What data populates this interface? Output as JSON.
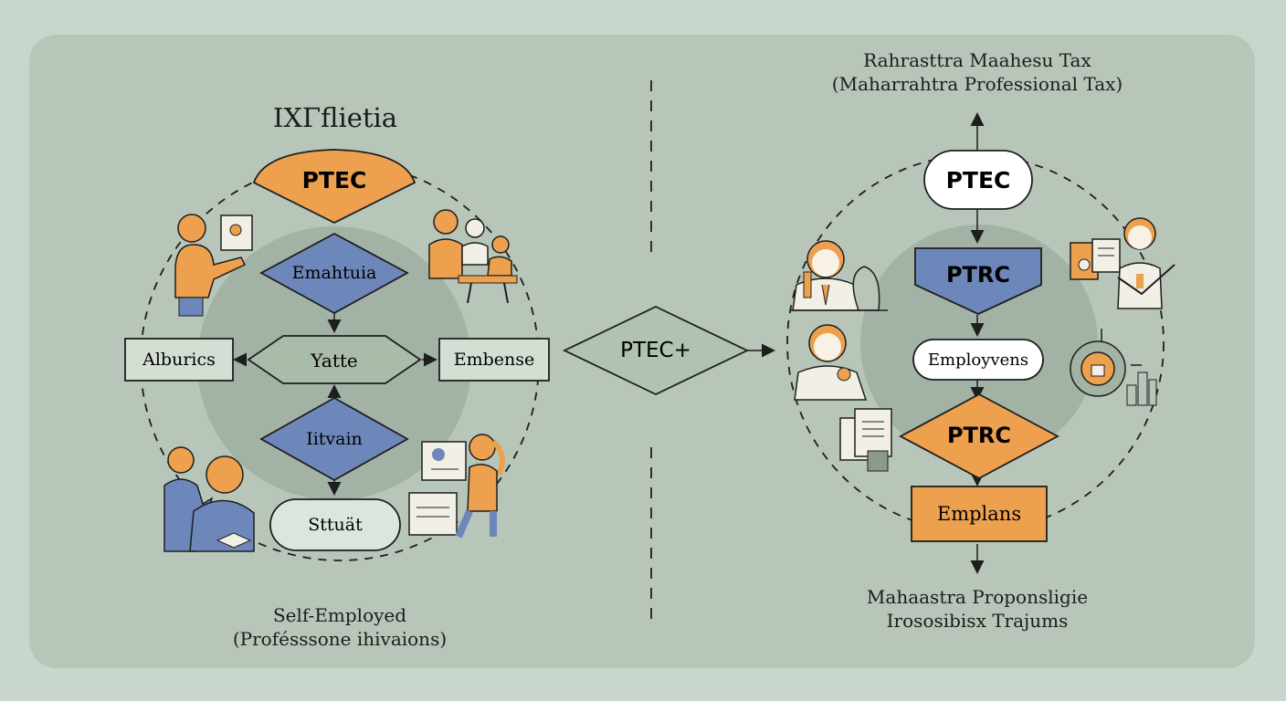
{
  "left": {
    "title": "IXΓflietia",
    "top_node": "PTEC",
    "diamond_1": "Emahtuia",
    "hex_center": "Yatte",
    "box_left": "Alburics",
    "box_right": "Embense",
    "diamond_2": "Iitvain",
    "oval_bottom": "Sttuät",
    "caption_line1": "Self-Employed",
    "caption_line2": "(Profésssone ihivaions)"
  },
  "center": {
    "diamond": "PTEC+"
  },
  "right": {
    "title_line1": "Rahrasttra Maahesu Tax",
    "title_line2": "(Maharrahtra Professional Tax)",
    "oval_top": "PTEC",
    "pentagon": "PTRC",
    "pill": "Employvens",
    "diamond": "PTRC",
    "box_bottom": "Emplans",
    "caption_line1": "Mahaastra Proponsligie",
    "caption_line2": "Irososibisx Trajums"
  },
  "colors": {
    "background": "#c9d6cb",
    "panel": "#b7c6b9",
    "inner_circle": "#a2b3a5",
    "orange": "#eda04d",
    "blue": "#6d87ba",
    "outline": "#1e1e1e",
    "node_fill": "#dbe6dc"
  },
  "icons": [
    "person-reading-icon",
    "classroom-icon",
    "student-icon",
    "office-worker-icon",
    "doctor-icon",
    "nurse-icon",
    "document-icon",
    "teacher-icon",
    "certificate-icon",
    "analytics-icon"
  ]
}
